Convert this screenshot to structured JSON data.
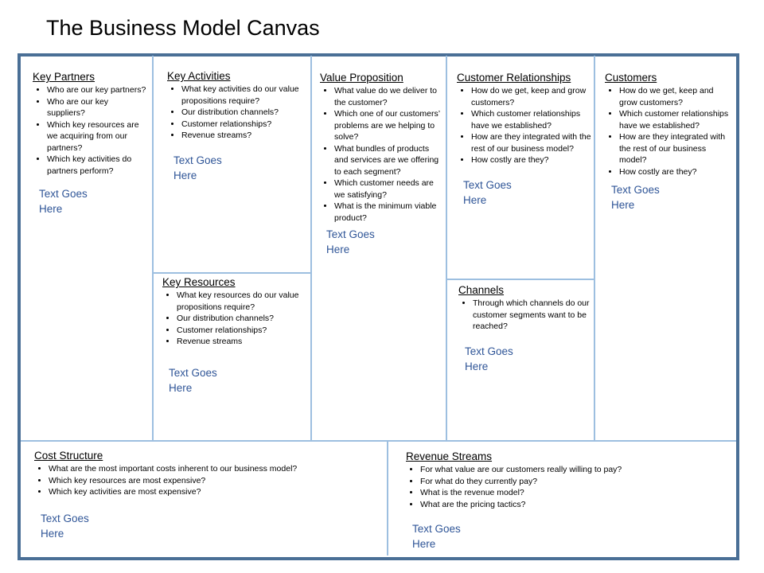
{
  "title": "The Business Model Canvas",
  "placeholder": "Text Goes Here",
  "colors": {
    "frame": "#4a6f96",
    "dividers": "#9dbfe0",
    "placeholder": "#2f5597"
  },
  "blocks": {
    "key_partners": {
      "heading": "Key Partners",
      "items": [
        "Who are our key partners?",
        "Who are our key suppliers?",
        "Which key resources are we acquiring from our partners?",
        "Which key activities do partners perform?"
      ]
    },
    "key_activities": {
      "heading": "Key Activities",
      "items": [
        "What key activities do our value propositions require?",
        "Our distribution channels?",
        "Customer relationships?",
        "Revenue streams?"
      ]
    },
    "key_resources": {
      "heading": "Key Resources",
      "items": [
        "What key resources do our value propositions require?",
        "Our distribution channels?",
        "Customer relationships?",
        "Revenue streams"
      ]
    },
    "value_proposition": {
      "heading": "Value Proposition",
      "items": [
        "What value do we deliver to the customer?",
        "Which one of our customers’ problems are we helping to solve?",
        "What bundles of products and services are we offering to each segment?",
        "Which customer needs are we satisfying?",
        "What is the minimum viable product?"
      ]
    },
    "customer_relationships": {
      "heading": "Customer Relationships",
      "items": [
        "How do we get, keep and grow customers?",
        "Which customer relationships have we established?",
        "How are they integrated with the rest of our business model?",
        "How costly are they?"
      ]
    },
    "channels": {
      "heading": "Channels",
      "items": [
        "Through which channels do our customer segments want to be reached?"
      ]
    },
    "customers": {
      "heading": "Customers",
      "items": [
        "How do we get, keep and grow customers?",
        "Which customer relationships have we established?",
        "How are they integrated with the rest of our business model?",
        "How costly are they?"
      ]
    },
    "cost_structure": {
      "heading": "Cost Structure",
      "items": [
        "What are the most important costs inherent to our business model?",
        "Which key resources are most expensive?",
        "Which key activities are most expensive?"
      ]
    },
    "revenue_streams": {
      "heading": "Revenue Streams",
      "items": [
        "For what value are our customers really willing to pay?",
        "For what do they currently pay?",
        "What is the revenue model?",
        "What are the pricing tactics?"
      ]
    }
  }
}
